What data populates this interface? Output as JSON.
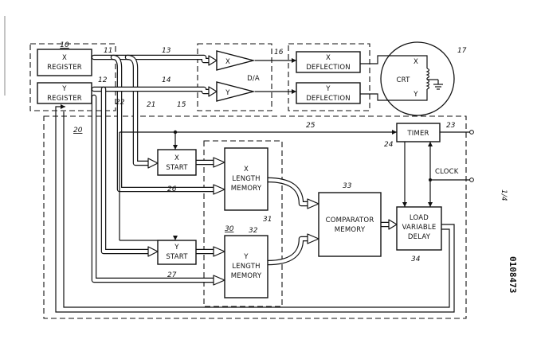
{
  "blocks": {
    "x_register": {
      "line1": "X",
      "line2": "REGISTER",
      "ref": "10"
    },
    "y_register": {
      "line1": "Y",
      "line2": "REGISTER"
    },
    "da": {
      "label": "D/A",
      "x_amp": "X",
      "y_amp": "Y"
    },
    "x_deflection": {
      "line1": "X",
      "line2": "DEFLECTION"
    },
    "y_deflection": {
      "line1": "Y",
      "line2": "DEFLECTION"
    },
    "crt": {
      "label": "CRT",
      "x_coil": "X",
      "y_coil": "Y"
    },
    "timer": {
      "label": "TIMER"
    },
    "clock": {
      "label": "CLOCK"
    },
    "x_start": {
      "line1": "X",
      "line2": "START"
    },
    "y_start": {
      "line1": "Y",
      "line2": "START"
    },
    "x_length_memory": {
      "line1": "X",
      "line2": "LENGTH",
      "line3": "MEMORY"
    },
    "y_length_memory": {
      "line1": "Y",
      "line2": "LENGTH",
      "line3": "MEMORY"
    },
    "comparator_memory": {
      "line1": "COMPARATOR",
      "line2": "MEMORY"
    },
    "variable_delay": {
      "line1": "LOAD",
      "line2": "VARIABLE",
      "line3": "DELAY"
    }
  },
  "refs": {
    "r11": "11",
    "r12": "12",
    "r13": "13",
    "r14": "14",
    "r15": "15",
    "r16": "16",
    "r17": "17",
    "r20": "20",
    "r21": "21",
    "r22": "22",
    "r23": "23",
    "r24": "24",
    "r25": "25",
    "r26": "26",
    "r27": "27",
    "r30": "30",
    "r31": "31",
    "r32": "32",
    "r33": "33",
    "r34": "34"
  },
  "margin": {
    "sheet": "1/4",
    "doc_number": "0108473"
  }
}
